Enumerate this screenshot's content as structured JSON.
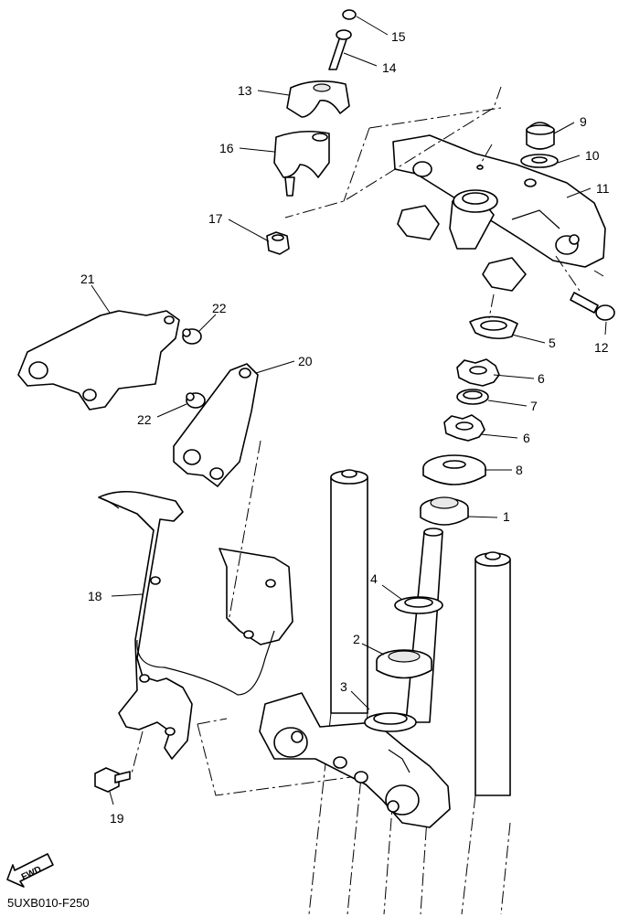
{
  "diagram_code": "5UXB010-F250",
  "fwd_label": "FWD",
  "callouts": {
    "c1": "1",
    "c2": "2",
    "c3": "3",
    "c4": "4",
    "c5": "5",
    "c6a": "6",
    "c6b": "6",
    "c7": "7",
    "c8": "8",
    "c9": "9",
    "c10": "10",
    "c11": "11",
    "c12": "12",
    "c13": "13",
    "c14": "14",
    "c15": "15",
    "c16": "16",
    "c17": "17",
    "c18": "18",
    "c19": "19",
    "c20": "20",
    "c21": "21",
    "c22a": "22",
    "c22b": "22"
  }
}
